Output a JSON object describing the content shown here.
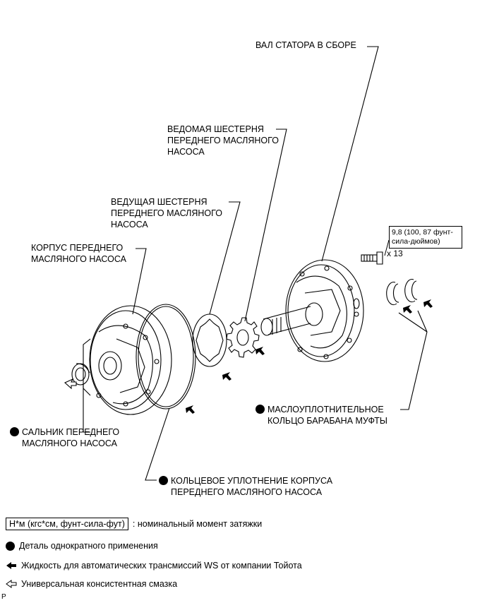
{
  "labels": {
    "stator_shaft": "ВАЛ СТАТОРА В СБОРЕ",
    "driven_gear": [
      "ВЕДОМАЯ ШЕСТЕРНЯ",
      "ПЕРЕДНЕГО МАСЛЯНОГО",
      "НАСОСА"
    ],
    "drive_gear": [
      "ВЕДУЩАЯ ШЕСТЕРНЯ",
      "ПЕРЕДНЕГО МАСЛЯНОГО",
      "НАСОСА"
    ],
    "pump_body": [
      "КОРПУС ПЕРЕДНЕГО",
      "МАСЛЯНОГО НАСОСА"
    ],
    "oil_seal_ring": [
      "МАСЛОУПЛОТНИТЕЛЬНОЕ",
      "КОЛЬЦО БАРАБАНА МУФТЫ"
    ],
    "oil_seal": [
      "САЛЬНИК ПЕРЕДНЕГО",
      "МАСЛЯНОГО НАСОСА"
    ],
    "o_ring": [
      "КОЛЬЦЕВОЕ УПЛОТНЕНИЕ КОРПУСА",
      "ПЕРЕДНЕГО МАСЛЯНОГО НАСОСА"
    ]
  },
  "torque_spec": {
    "value": [
      "9,8 (100, 87 фунт-",
      "сила-дюймов)"
    ],
    "quantity": "x 13"
  },
  "legend": {
    "torque_unit": "Н*м (кгс*см, фунт-сила-фут)",
    "torque_desc": ": номинальный момент затяжки",
    "single_use": "Деталь однократного применения",
    "atf": "Жидкость для автоматических трансмиссий WS от компании Тойота",
    "grease": "Универсальная консистентная смазка"
  },
  "page_mark": "P",
  "colors": {
    "ink": "#000000",
    "paper": "#ffffff"
  },
  "icons": [
    "filled-dot-icon",
    "filled-arrow-icon",
    "hollow-arrow-icon",
    "bolt-icon"
  ]
}
